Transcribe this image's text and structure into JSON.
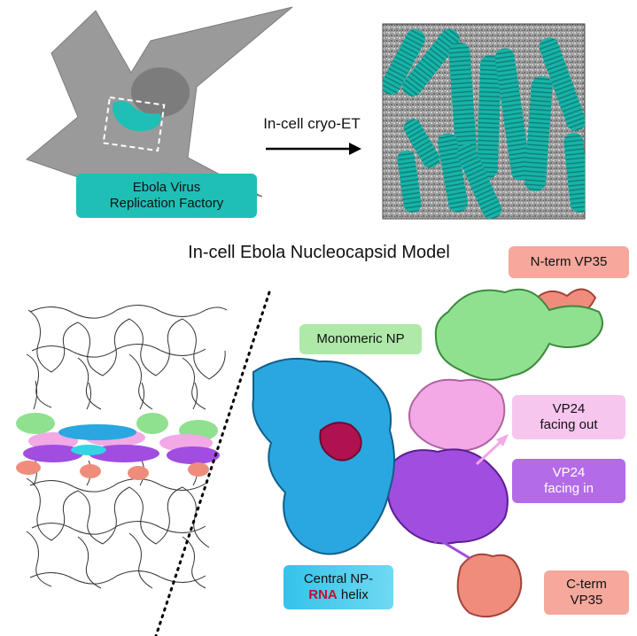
{
  "figure": {
    "title": "In-cell Ebola Nucleocapsid Model",
    "arrow_label": "In-cell cryo-ET",
    "factory_label_line1": "Ebola Virus",
    "factory_label_line2": "Replication Factory",
    "labels": {
      "n_term_vp35": "N-term VP35",
      "monomeric_np": "Monomeric NP",
      "vp24_out_line1": "VP24",
      "vp24_out_line2": "facing out",
      "vp24_in_line1": "VP24",
      "vp24_in_line2": "facing in",
      "central_np_line1": "Central NP-",
      "central_np_rna": "RNA",
      "central_np_helix": "helix",
      "c_term_vp35_line1": "C-term",
      "c_term_vp35_line2": "VP35"
    },
    "colors": {
      "cell": "#9a9a9a",
      "nucleus": "#7c7c7c",
      "factory": "#1fbfb6",
      "tube": "#17b3a8",
      "np": "#2aa7e0",
      "rna": "#b0124f",
      "monomeric_np": "#8fe08f",
      "vp24_out": "#f2a9e6",
      "vp24_in": "#a14de0",
      "vp35": "#ef8c7c"
    }
  }
}
